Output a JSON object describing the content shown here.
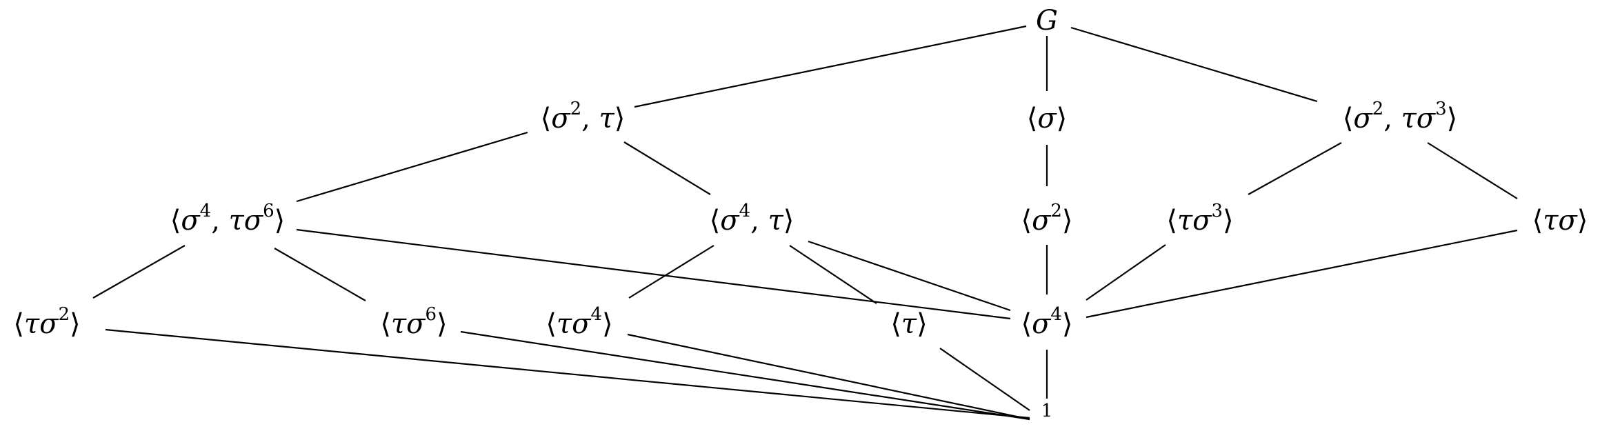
{
  "diagram": {
    "nodes": [
      {
        "id": "G",
        "label": "G"
      },
      {
        "id": "s2t",
        "label": "⟨σ2,τ⟩"
      },
      {
        "id": "s",
        "label": "⟨σ⟩"
      },
      {
        "id": "s2ts3",
        "label": "⟨σ2,τσ3⟩"
      },
      {
        "id": "s4ts6",
        "label": "⟨σ4,τσ6⟩"
      },
      {
        "id": "s4t",
        "label": "⟨σ4,τ⟩"
      },
      {
        "id": "s2",
        "label": "⟨σ2⟩"
      },
      {
        "id": "ts3",
        "label": "⟨τσ3⟩"
      },
      {
        "id": "ts",
        "label": "⟨τσ⟩"
      },
      {
        "id": "ts2",
        "label": "⟨τσ2⟩"
      },
      {
        "id": "ts6",
        "label": "⟨τσ6⟩"
      },
      {
        "id": "ts4",
        "label": "⟨τσ4⟩"
      },
      {
        "id": "t",
        "label": "⟨τ⟩"
      },
      {
        "id": "s4",
        "label": "⟨σ4⟩"
      },
      {
        "id": "one",
        "label": "1"
      }
    ],
    "edges": [
      [
        "G",
        "s2t"
      ],
      [
        "G",
        "s"
      ],
      [
        "G",
        "s2ts3"
      ],
      [
        "s2t",
        "s4ts6"
      ],
      [
        "s2t",
        "s4t"
      ],
      [
        "s",
        "s2"
      ],
      [
        "s2ts3",
        "ts3"
      ],
      [
        "s2ts3",
        "ts"
      ],
      [
        "s4ts6",
        "ts2"
      ],
      [
        "s4ts6",
        "ts6"
      ],
      [
        "s4ts6",
        "s4"
      ],
      [
        "s4t",
        "ts4"
      ],
      [
        "s4t",
        "t"
      ],
      [
        "s4t",
        "s4"
      ],
      [
        "s2",
        "s4"
      ],
      [
        "ts3",
        "s4"
      ],
      [
        "ts",
        "s4"
      ],
      [
        "ts2",
        "one"
      ],
      [
        "ts6",
        "one"
      ],
      [
        "ts4",
        "one"
      ],
      [
        "t",
        "one"
      ],
      [
        "s4",
        "one"
      ]
    ]
  }
}
